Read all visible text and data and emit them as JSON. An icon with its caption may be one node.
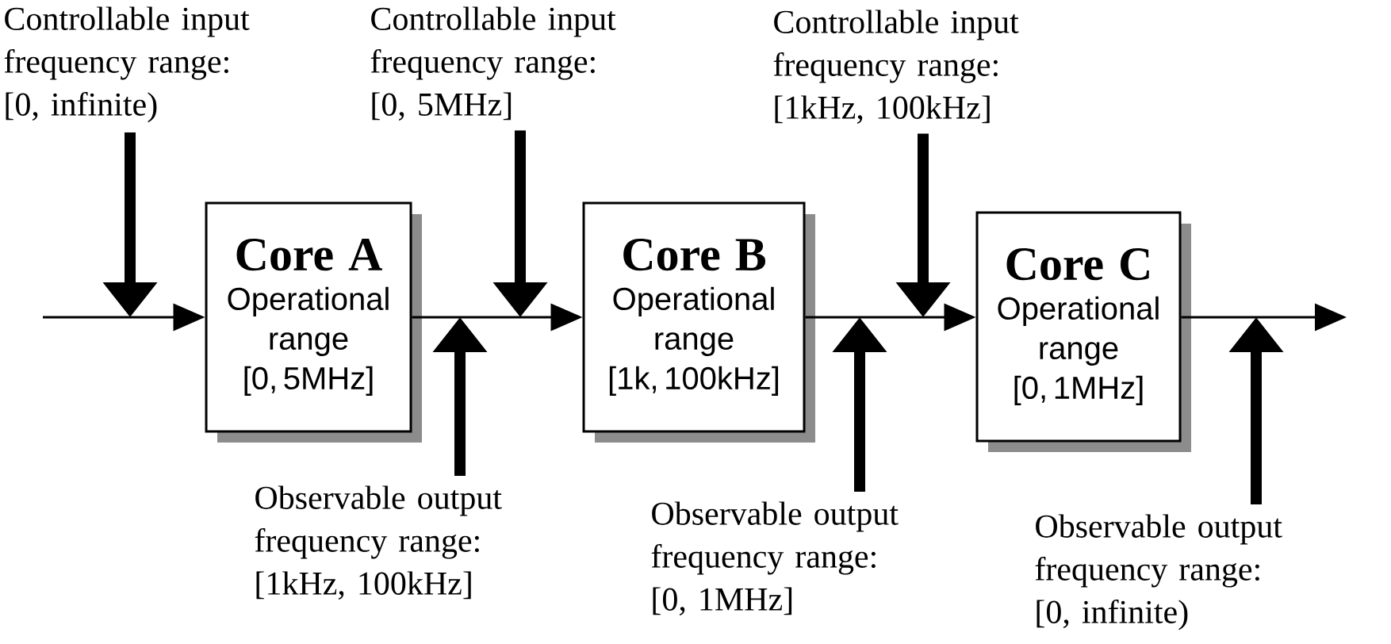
{
  "diagram": {
    "nodes": [
      {
        "text": [
          "Controllable input frequency range:",
          "[0, infinite)"
        ]
      },
      {
        "text": [
          "Controllable input frequency range:",
          "[0, 5MHz]"
        ]
      },
      {
        "text": [
          "Controllable input frequency range:",
          "[1kHz, 100kHz]"
        ]
      },
      {
        "text": [
          "Core A",
          "Operational range",
          "[0, 5MHz]"
        ]
      },
      {
        "text": [
          "Core B",
          "Operational range",
          "[1k, 100kHz]"
        ]
      },
      {
        "text": [
          "Core C",
          "Operational range",
          "[0, 1MHz]"
        ]
      },
      {
        "text": [
          "Observable output frequency range:",
          "[1kHz, 100kHz]"
        ]
      },
      {
        "text": [
          "Observable output frequency range:",
          "[0, 1MHz]"
        ]
      },
      {
        "text": [
          "Observable output frequency range:",
          "[0, infinite)"
        ]
      }
    ],
    "edges": [
      {
        "from": 0,
        "to": null,
        "arrow": "to"
      },
      {
        "from": 1,
        "to": null,
        "arrow": "to"
      },
      {
        "from": 2,
        "to": null,
        "arrow": "to"
      },
      {
        "from": 6,
        "to": null,
        "arrow": "to"
      },
      {
        "from": 7,
        "to": null,
        "arrow": "to"
      },
      {
        "from": 8,
        "to": null,
        "arrow": "to"
      },
      {
        "from": null,
        "to": 3,
        "arrow": "to"
      },
      {
        "from": 3,
        "to": 4,
        "arrow": "to"
      },
      {
        "from": 4,
        "to": 5,
        "arrow": "to"
      },
      {
        "from": 5,
        "to": null,
        "arrow": "to"
      }
    ]
  }
}
